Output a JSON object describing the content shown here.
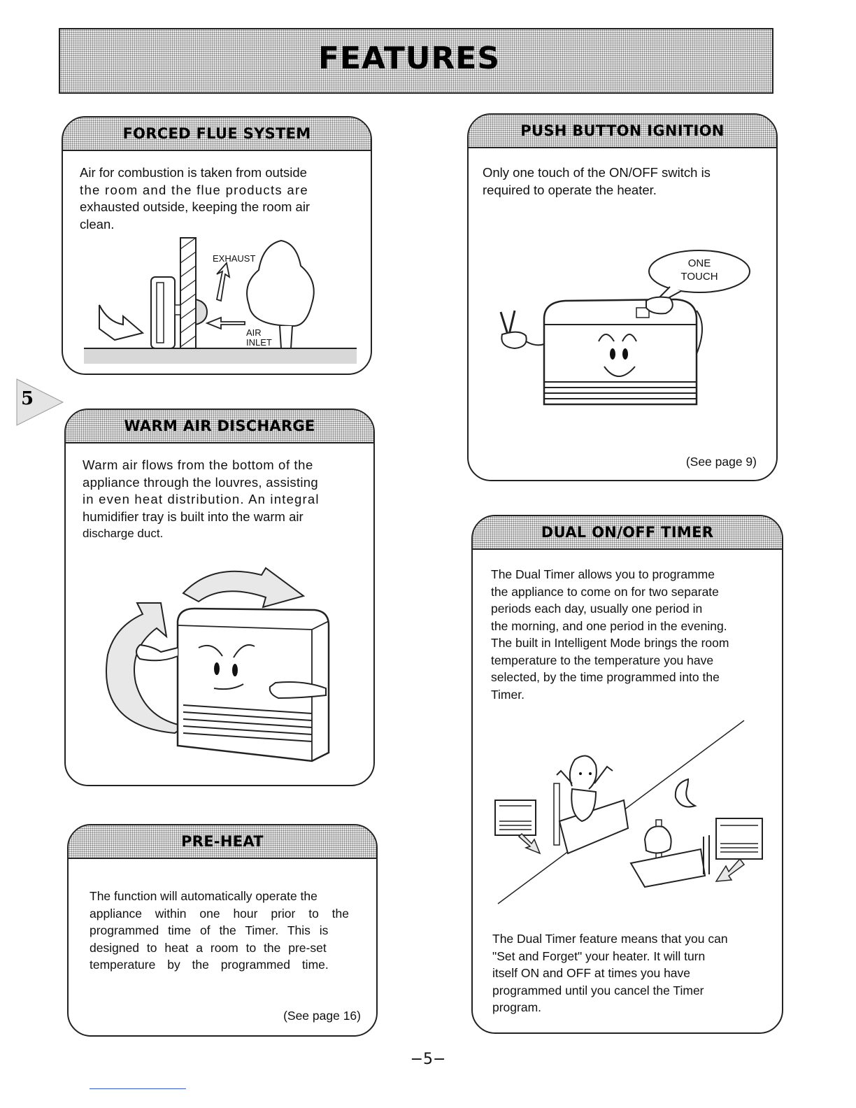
{
  "page": {
    "title": "FEATURES",
    "side_tab_number": "5",
    "page_number": "−5−"
  },
  "sections": {
    "forced_flue": {
      "heading": "FORCED FLUE SYSTEM",
      "lines": [
        "Air for combustion is taken from outside",
        "the room and the flue products are",
        "exhausted outside, keeping the room air",
        "clean."
      ],
      "labels": {
        "exhaust": "EXHAUST",
        "air": "AIR",
        "inlet": "INLET"
      }
    },
    "push_button": {
      "heading": "PUSH BUTTON IGNITION",
      "lines": [
        "Only one touch of the ON/OFF switch is",
        "required to operate the heater."
      ],
      "bubble": [
        "ONE",
        "TOUCH"
      ],
      "see_page": "(See page 9)"
    },
    "warm_air": {
      "heading": "WARM AIR DISCHARGE",
      "lines": [
        "Warm air flows from the bottom of the",
        "appliance through the louvres, assisting",
        "in even heat distribution. An integral",
        "humidifier tray is built into the warm air",
        "discharge duct."
      ]
    },
    "dual_timer": {
      "heading": "DUAL ON/OFF TIMER",
      "lines": [
        "The Dual Timer allows you to programme",
        "the appliance to come on for two separate",
        "periods each day, usually one period in",
        "the morning, and one period in the evening.",
        "The built in Intelligent Mode brings the room",
        "temperature to the temperature you have",
        "selected, by the time programmed into the",
        "Timer."
      ],
      "lines2": [
        "The Dual Timer feature means that you can",
        "\"Set and Forget\" your heater. It will turn",
        "itself ON and OFF at times you have",
        "programmed until you cancel the Timer",
        "program."
      ]
    },
    "pre_heat": {
      "heading": "PRE-HEAT",
      "lines": [
        "The function will automatically operate the",
        "appliance within one hour prior to the",
        "programmed time of the Timer. This is",
        "designed to heat a room to the pre-set",
        "temperature by the programmed time."
      ],
      "see_page": "(See page 16)"
    }
  }
}
